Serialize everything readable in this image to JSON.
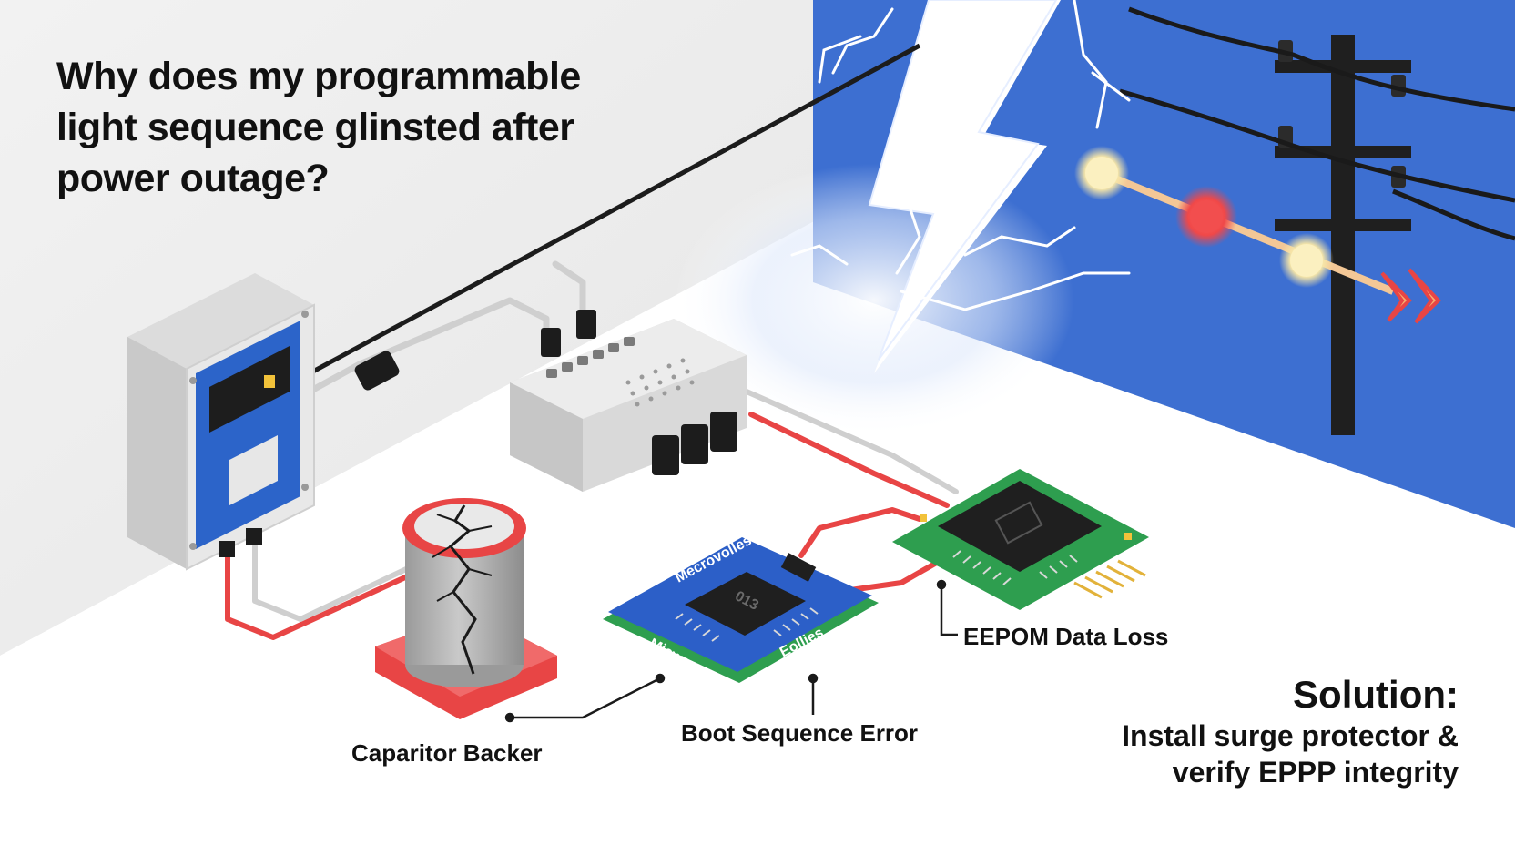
{
  "title": {
    "lines": [
      "Why does my programmable",
      "light sequence glinsted after",
      "power outage?"
    ]
  },
  "callouts": {
    "capacitor": "Caparitor Backer",
    "boot": "Boot Sequence Error",
    "eeprom": "EEPOM Data Loss"
  },
  "board_labels": {
    "top": "Mecrovolles",
    "left": "Micware",
    "right": "Eollies",
    "chip": "013"
  },
  "solution": {
    "heading": "Solution:",
    "lines": [
      "Install surge protector &",
      "verify EPPP integrity"
    ]
  },
  "colors": {
    "sky_blue": "#3d6fd1",
    "wire_red": "#e84545",
    "pcb_green": "#2e9e4f",
    "pcb_blue": "#2c5fc8",
    "spark_yellow": "#fff3b0"
  }
}
